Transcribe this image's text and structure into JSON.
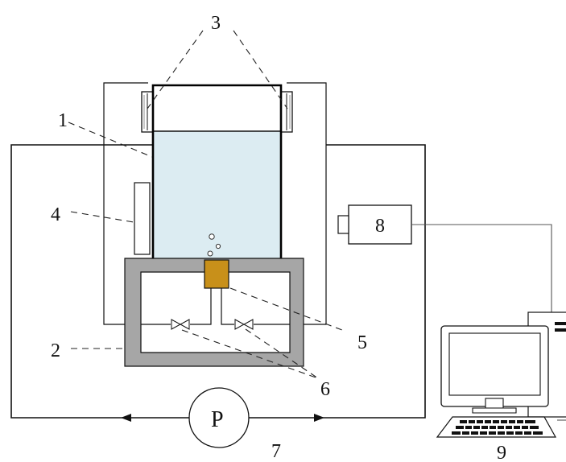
{
  "labels": {
    "l1": "1",
    "l2": "2",
    "l3": "3",
    "l4": "4",
    "l5": "5",
    "l6": "6",
    "l7": "7",
    "l8": "8",
    "l9": "9",
    "pump": "P"
  },
  "colors": {
    "water": "#dcecf2",
    "channel": "#a6a6a6",
    "nozzle": "#c8901a",
    "outline": "#111111"
  }
}
